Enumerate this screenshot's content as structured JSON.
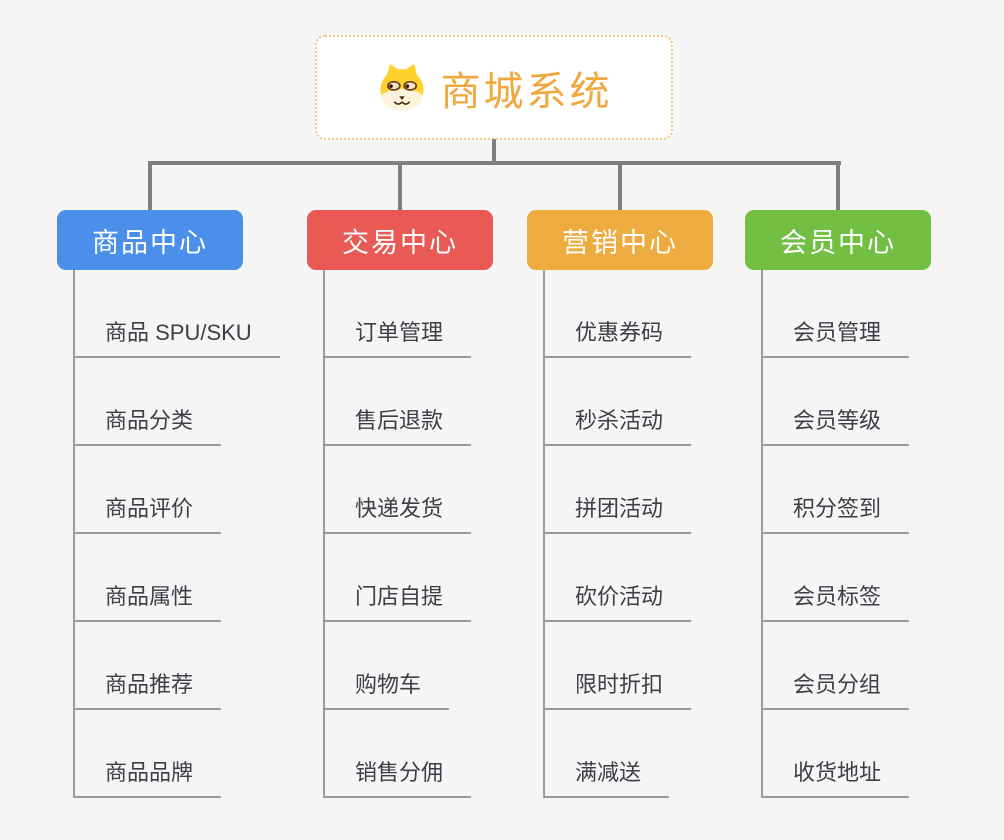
{
  "root": {
    "title": "商城系统",
    "icon": "shiba-dog-icon"
  },
  "branches": [
    {
      "label": "商品中心",
      "color": "#4a8fe9",
      "children": [
        "商品 SPU/SKU",
        "商品分类",
        "商品评价",
        "商品属性",
        "商品推荐",
        "商品品牌"
      ]
    },
    {
      "label": "交易中心",
      "color": "#ea5a54",
      "children": [
        "订单管理",
        "售后退款",
        "快递发货",
        "门店自提",
        "购物车",
        "销售分佣"
      ]
    },
    {
      "label": "营销中心",
      "color": "#eeac40",
      "children": [
        "优惠券码",
        "秒杀活动",
        "拼团活动",
        "砍价活动",
        "限时折扣",
        "满减送"
      ]
    },
    {
      "label": "会员中心",
      "color": "#72bf44",
      "children": [
        "会员管理",
        "会员等级",
        "积分签到",
        "会员标签",
        "会员分组",
        "收货地址"
      ]
    }
  ],
  "colors": {
    "background": "#f5f5f6",
    "connector": "#7f7f7f",
    "child_line": "#9a9a9a",
    "child_text": "#3c4046",
    "root_text": "#f0a73e",
    "root_border": "#f2c583",
    "root_background": "#ffffff"
  }
}
